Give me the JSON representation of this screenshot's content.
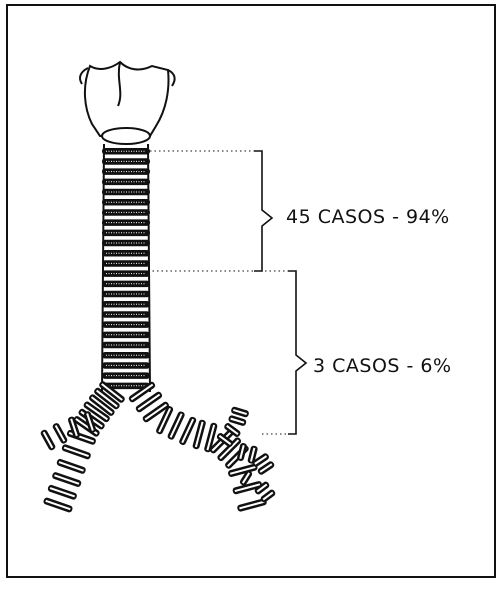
{
  "annotations": {
    "upper_segment": "45 CASOS - 94%",
    "lower_segment": "3 CASOS - 6%"
  },
  "colors": {
    "ink": "#111111",
    "paper": "#ffffff"
  },
  "icon": "trachea-bronchi-illustration"
}
